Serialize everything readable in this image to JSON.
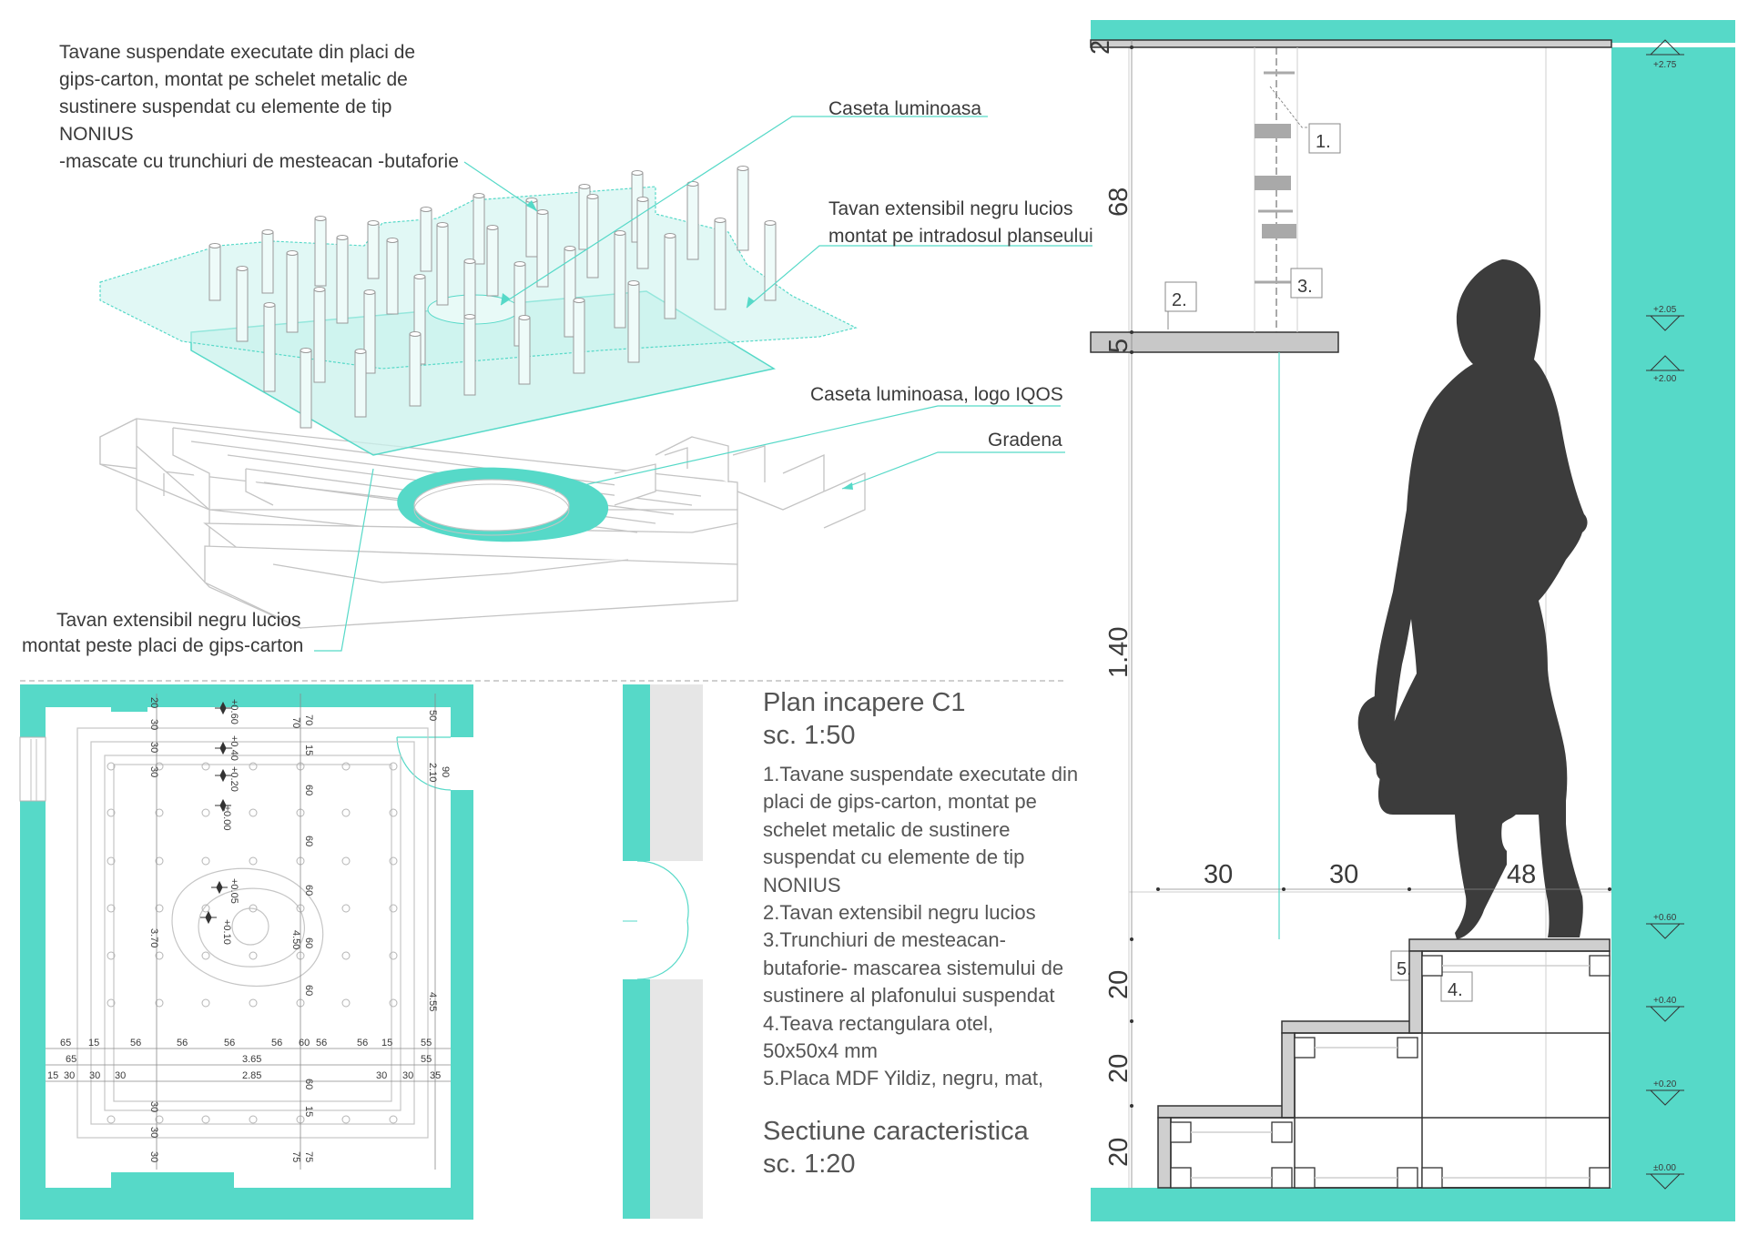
{
  "colors": {
    "accent": "#56d9c8",
    "accent_light": "#c9f2ec",
    "dark": "#3c3c3c",
    "line": "#9a9a9a"
  },
  "iso_labels": {
    "suspended_ceiling": [
      "Tavane suspendate executate din placi de",
      "gips-carton, montat pe schelet metalic de",
      "sustinere suspendat cu elemente de tip",
      "NONIUS",
      "-mascate cu trunchiuri de mesteacan -butaforie"
    ],
    "light_box": "Caseta luminoasa",
    "stretch_ceiling_top": [
      "Tavan extensibil negru lucios",
      "montat pe intradosul planseului"
    ],
    "light_box_logo": "Caseta luminoasa, logo IQOS",
    "gradena": "Gradena",
    "stretch_ceiling_bottom": [
      "Tavan extensibil negru lucios",
      "montat peste placi de gips-carton"
    ]
  },
  "plan": {
    "title": "Plan incapere C1",
    "scale": "sc. 1:50",
    "dims_top": [
      "20",
      "30",
      "30",
      "30"
    ],
    "dims_levels": [
      "+0.60",
      "+0.40",
      "+0.20",
      "±0.00",
      "+0.05",
      "+0.10"
    ],
    "dims_center": [
      "70",
      "70",
      "15",
      "60",
      "60",
      "60",
      "4.50",
      "60",
      "60"
    ],
    "dims_right": [
      "50",
      "90",
      "2.10",
      "4.55"
    ],
    "dim_left_vertical": "3.70",
    "dims_row1": [
      "65",
      "15",
      "56",
      "56",
      "56",
      "56",
      "60",
      "56",
      "56",
      "15",
      "55"
    ],
    "dims_row2": [
      "65",
      "3.65",
      "55"
    ],
    "dims_row3": [
      "15",
      "30",
      "30",
      "30",
      "2.85",
      "30",
      "30",
      "35"
    ],
    "dims_bottom": [
      "30",
      "30",
      "30",
      "15",
      "75",
      "75",
      "60"
    ]
  },
  "notes": [
    "1.Tavane suspendate executate din",
    "placi de gips-carton, montat pe",
    "schelet metalic de  sustinere",
    "suspendat cu elemente de tip",
    "NONIUS",
    "2.Tavan extensibil negru lucios",
    "3.Trunchiuri de mesteacan-",
    "butaforie- mascarea sistemului de",
    "sustinere al plafonului suspendat",
    "4.Teava rectangulara otel,",
    "50x50x4 mm",
    "5.Placa MDF Yildiz, negru, mat,"
  ],
  "section": {
    "title": "Sectiune caracteristica",
    "scale": "sc. 1:20",
    "dims_vertical": [
      "2",
      "68",
      "5",
      "1.40",
      "20",
      "20",
      "20"
    ],
    "dims_horizontal": [
      "30",
      "30",
      "48"
    ],
    "callouts": [
      "1.",
      "2.",
      "3.",
      "4.",
      "5."
    ],
    "levels": [
      "+2.75",
      "+2.05",
      "+2.00",
      "+0.60",
      "+0.40",
      "+0.20",
      "±0.00"
    ]
  }
}
